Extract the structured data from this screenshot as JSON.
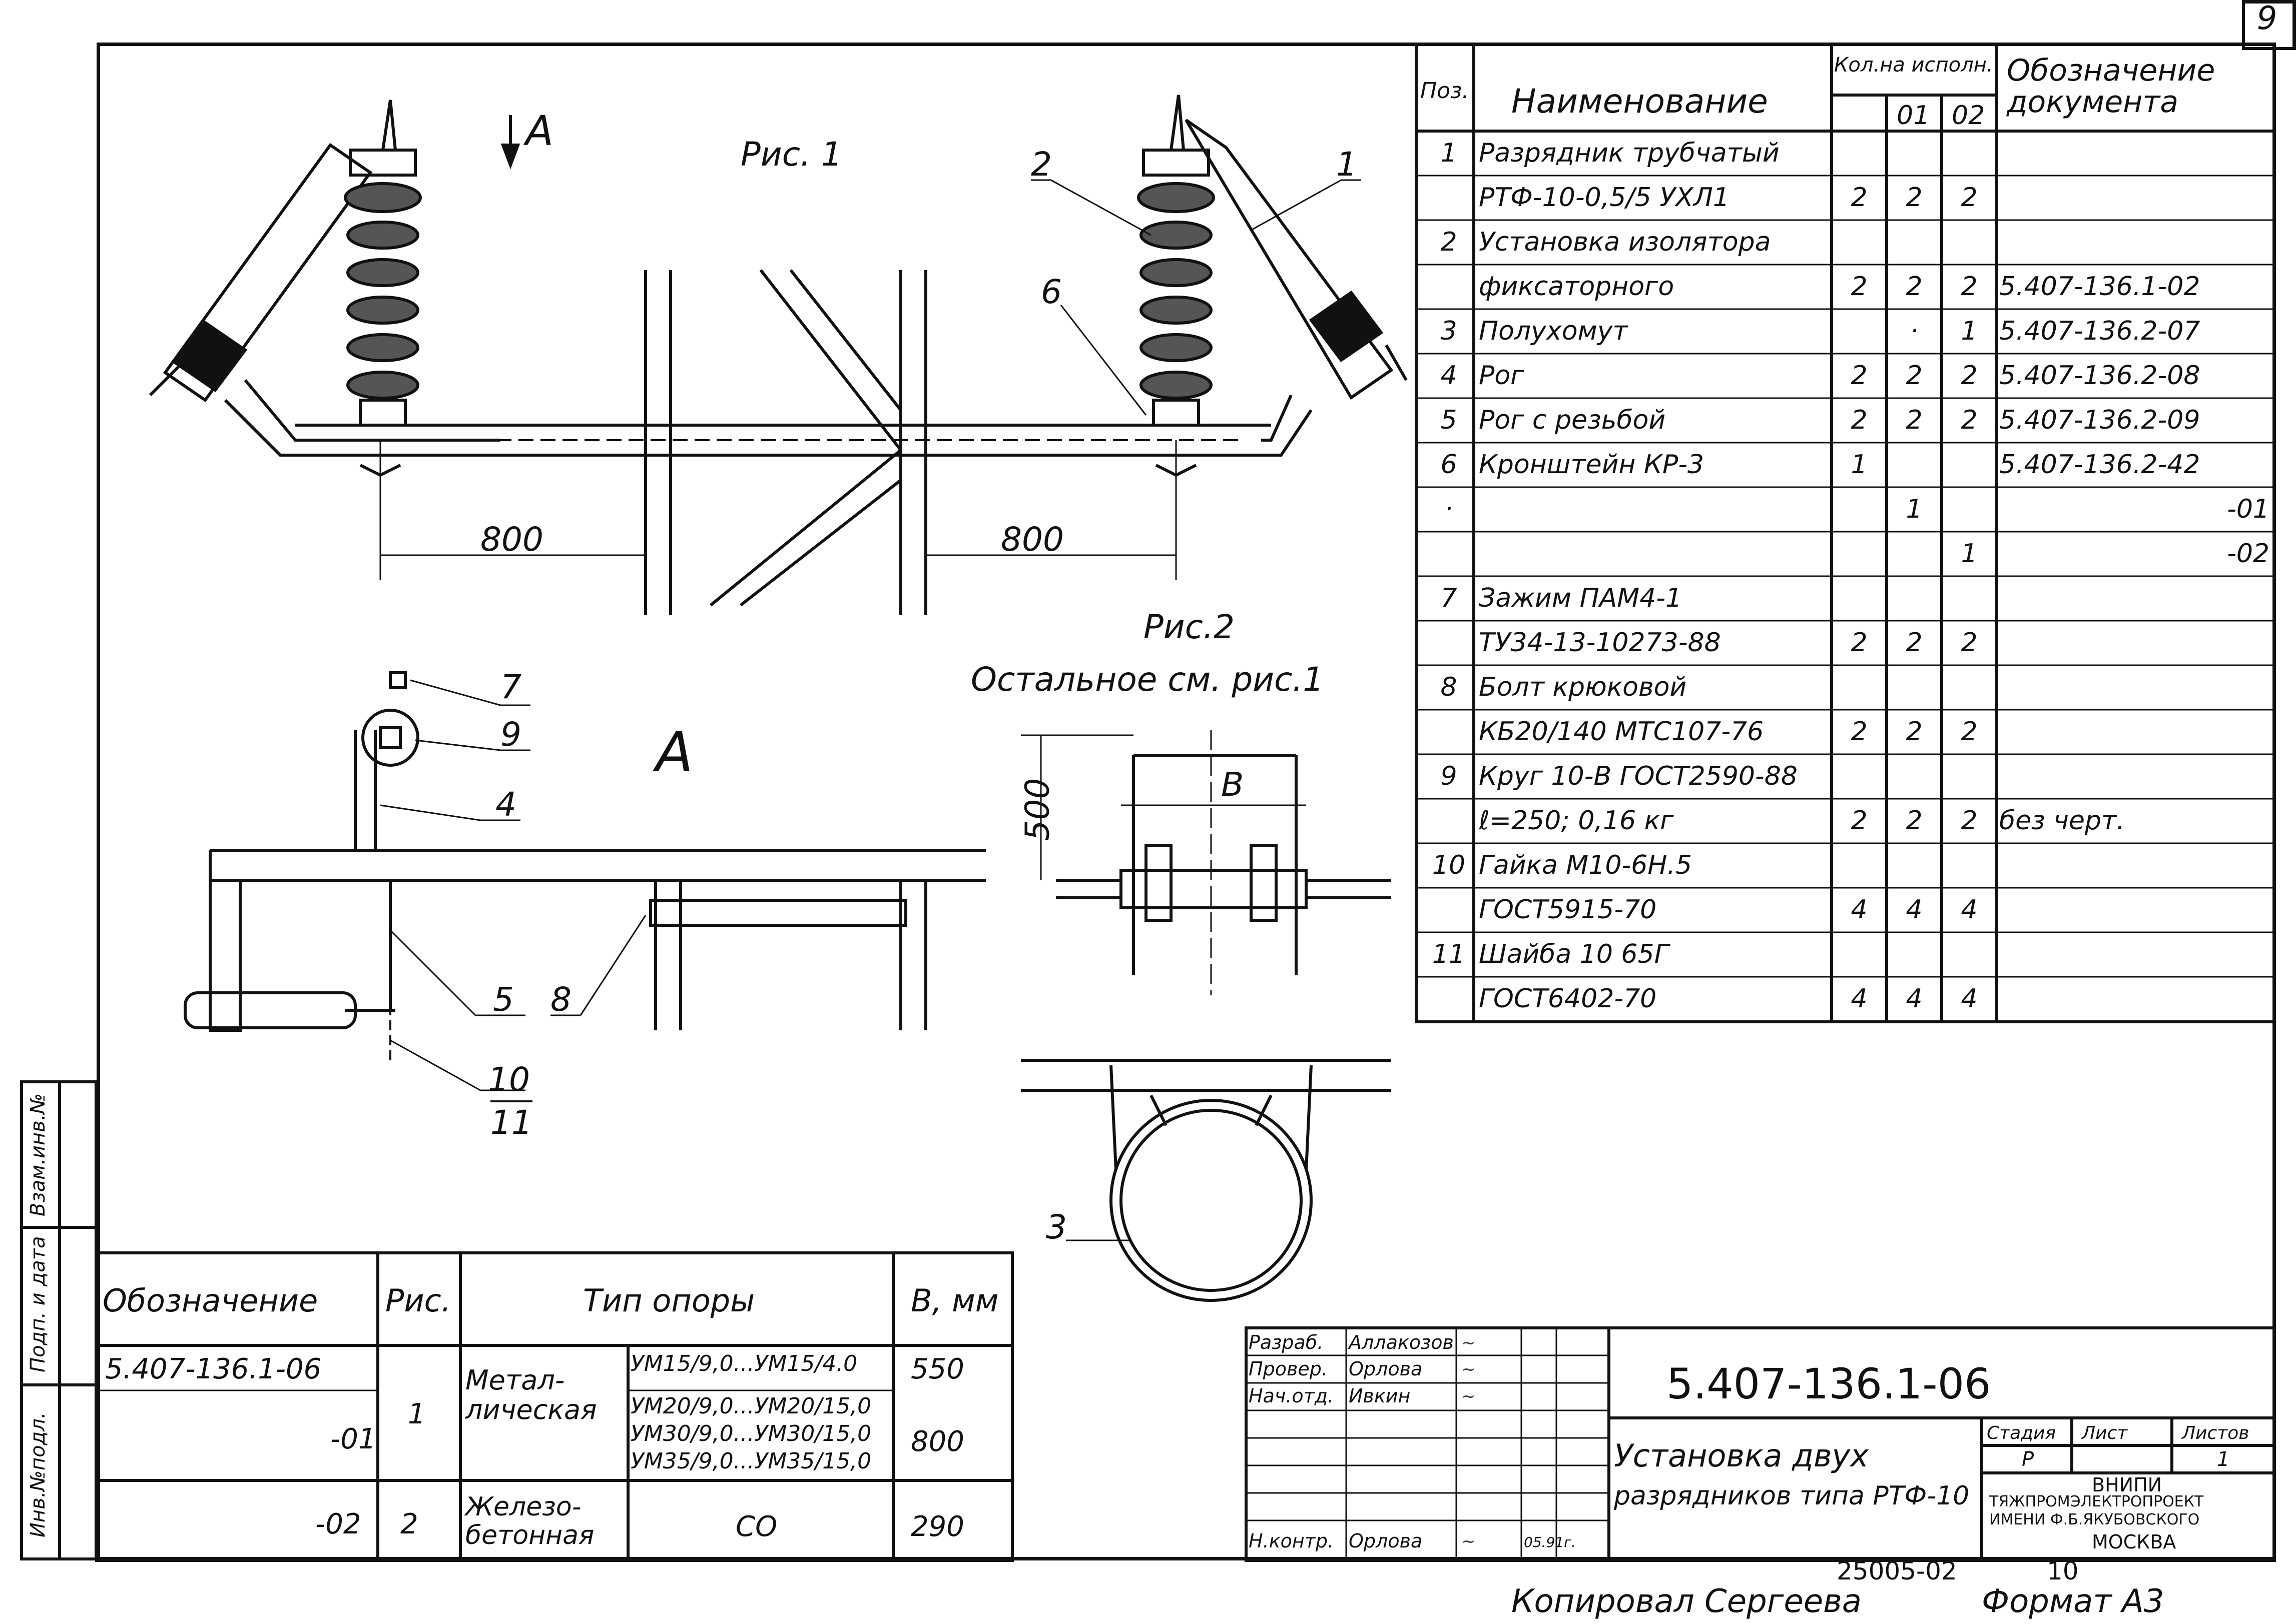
{
  "sheet_number": "9",
  "figure_labels": {
    "view_a_top": "A",
    "fig1": "Рис. 1",
    "fig2": "Рис.2",
    "fig2_note": "Остальное см. рис.1",
    "view_a": "A"
  },
  "dimensions": {
    "left": "800",
    "right": "800",
    "height_500": "500",
    "b": "B"
  },
  "callouts": {
    "c1": "1",
    "c2": "2",
    "c6": "6",
    "c7": "7",
    "c9": "9",
    "c4": "4",
    "c5": "5",
    "c8": "8",
    "c10": "10",
    "c11": "11",
    "c3": "3"
  },
  "spec_table": {
    "headers": {
      "pos": "Поз.",
      "name": "Наименование",
      "qty": "Кол.на исполн.",
      "q01": "01",
      "q02": "02",
      "doc": "Обозначение документа"
    },
    "rows": [
      {
        "pos": "1",
        "name": "Разрядник трубчатый",
        "q0": "",
        "q1": "",
        "q2": "",
        "doc": ""
      },
      {
        "pos": "",
        "name": "РТФ-10-0,5/5 УХЛ1",
        "q0": "2",
        "q1": "2",
        "q2": "2",
        "doc": ""
      },
      {
        "pos": "2",
        "name": "Установка изолятора",
        "q0": "",
        "q1": "",
        "q2": "",
        "doc": ""
      },
      {
        "pos": "",
        "name": "фиксаторного",
        "q0": "2",
        "q1": "2",
        "q2": "2",
        "doc": "5.407-136.1-02"
      },
      {
        "pos": "3",
        "name": "Полухомут",
        "q0": "",
        "q1": "·",
        "q2": "1",
        "doc": "5.407-136.2-07"
      },
      {
        "pos": "4",
        "name": "Рог",
        "q0": "2",
        "q1": "2",
        "q2": "2",
        "doc": "5.407-136.2-08"
      },
      {
        "pos": "5",
        "name": "Рог с резьбой",
        "q0": "2",
        "q1": "2",
        "q2": "2",
        "doc": "5.407-136.2-09"
      },
      {
        "pos": "6",
        "name": "Кронштейн КР-3",
        "q0": "1",
        "q1": "",
        "q2": "",
        "doc": "5.407-136.2-42"
      },
      {
        "pos": "·",
        "name": "",
        "q0": "",
        "q1": "1",
        "q2": "",
        "doc": "-01"
      },
      {
        "pos": "",
        "name": "",
        "q0": "",
        "q1": "",
        "q2": "1",
        "doc": "-02"
      },
      {
        "pos": "7",
        "name": "Зажим ПАМ4-1",
        "q0": "",
        "q1": "",
        "q2": "",
        "doc": ""
      },
      {
        "pos": "",
        "name": "ТУ34-13-10273-88",
        "q0": "2",
        "q1": "2",
        "q2": "2",
        "doc": ""
      },
      {
        "pos": "8",
        "name": "Болт крюковой",
        "q0": "",
        "q1": "",
        "q2": "",
        "doc": ""
      },
      {
        "pos": "",
        "name": "КБ20/140 МТС107-76",
        "q0": "2",
        "q1": "2",
        "q2": "2",
        "doc": ""
      },
      {
        "pos": "9",
        "name": "Круг 10-В ГОСТ2590-88",
        "q0": "",
        "q1": "",
        "q2": "",
        "doc": ""
      },
      {
        "pos": "",
        "name": "ℓ=250; 0,16 кг",
        "q0": "2",
        "q1": "2",
        "q2": "2",
        "doc": "без черт."
      },
      {
        "pos": "10",
        "name": "Гайка М10-6Н.5",
        "q0": "",
        "q1": "",
        "q2": "",
        "doc": ""
      },
      {
        "pos": "",
        "name": "ГОСТ5915-70",
        "q0": "4",
        "q1": "4",
        "q2": "4",
        "doc": ""
      },
      {
        "pos": "11",
        "name": "Шайба 10 65Г",
        "q0": "",
        "q1": "",
        "q2": "",
        "doc": ""
      },
      {
        "pos": "",
        "name": "ГОСТ6402-70",
        "q0": "4",
        "q1": "4",
        "q2": "4",
        "doc": ""
      }
    ]
  },
  "variant_table": {
    "headers": {
      "designation": "Обозначение",
      "fig": "Рис.",
      "support": "Тип опоры",
      "b": "B, мм"
    },
    "rows": [
      {
        "designation": "5.407-136.1-06",
        "fig": "",
        "material": "",
        "types": "УМ15/9,0...УМ15/4.0",
        "b": "550"
      },
      {
        "designation": "-01",
        "fig": "1",
        "material": "Метал-лическая",
        "types": "УМ20/9,0...УМ20/15,0",
        "b": "800"
      },
      {
        "designation": "",
        "fig": "",
        "material": "",
        "types": "УМ30/9,0...УМ30/15,0",
        "b": ""
      },
      {
        "designation": "",
        "fig": "",
        "material": "",
        "types": "УМ35/9,0...УМ35/15,0",
        "b": ""
      },
      {
        "designation": "-02",
        "fig": "2",
        "material": "Железо-бетонная",
        "types": "СО",
        "b": "290"
      }
    ]
  },
  "title_block": {
    "code": "5.407-136.1-06",
    "title_line1": "Установка двух",
    "title_line2": "разрядников типа РТФ-10",
    "stage_label": "Стадия",
    "sheet_label": "Лист",
    "sheets_label": "Листов",
    "stage": "Р",
    "sheets": "1",
    "org": [
      "ВНИПИ",
      "ТЯЖПРОМЭЛЕКТРОПРОЕКТ",
      "ИМЕНИ Ф.Б.ЯКУБОВСКОГО",
      "МОСКВА"
    ],
    "people": [
      {
        "role": "Разраб.",
        "name": "Аллакозов"
      },
      {
        "role": "Провер.",
        "name": "Орлова"
      },
      {
        "role": "Нач.отд.",
        "name": "Ивкин"
      },
      {
        "role": "Н.контр.",
        "name": "Орлова",
        "date": "05.91г."
      }
    ]
  },
  "side_stamp": [
    "Взам.инв.№",
    "Подп. и дата",
    "Инв.№подл."
  ],
  "footer": {
    "number": "25005-02",
    "page": "10",
    "copied": "Копировал Сергеева",
    "format": "Формат А3"
  }
}
